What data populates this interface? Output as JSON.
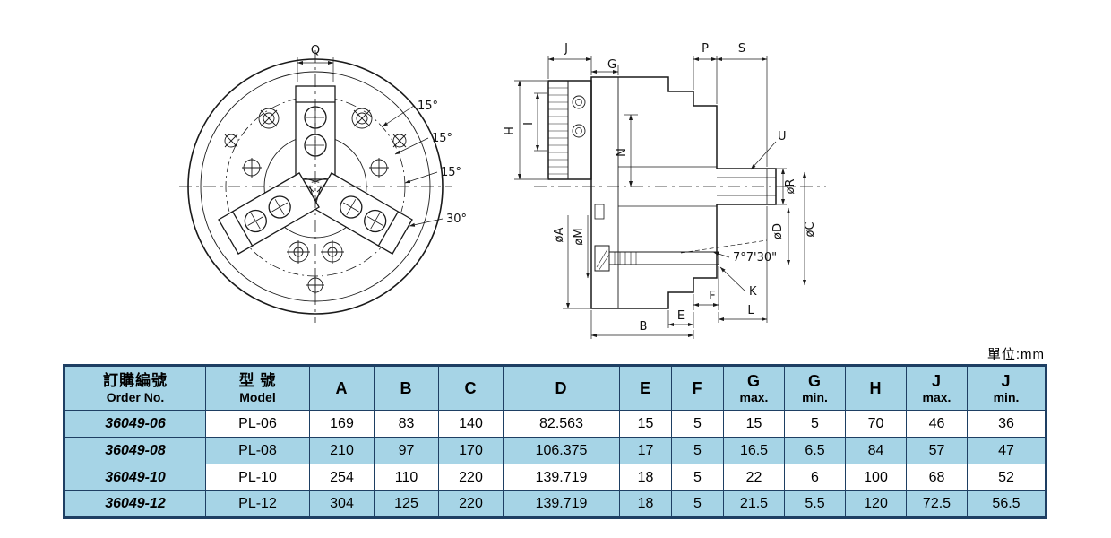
{
  "page": {
    "unit_label": "單位:mm"
  },
  "colors": {
    "table_fill": "#a6d4e6",
    "table_border": "#1e3f63",
    "line": "#1a1a1a"
  },
  "drawings": {
    "front": {
      "q": "Q",
      "angles": [
        "15°",
        "15°",
        "15°",
        "30°"
      ]
    },
    "side": {
      "j": "J",
      "g": "G",
      "p": "P",
      "s": "S",
      "h": "H",
      "i": "I",
      "n": "N",
      "u": "U",
      "a": "øA",
      "m": "øM",
      "r": "øR",
      "d": "øD",
      "c": "øC",
      "angle": "7°7'30\"",
      "e": "E",
      "f": "F",
      "k": "K",
      "l": "L",
      "b": "B"
    }
  },
  "table": {
    "headers": [
      {
        "l1": "訂購編號",
        "l2": "Order No."
      },
      {
        "l1": "型  號",
        "l2": "Model"
      },
      {
        "l1": "A",
        "l2": ""
      },
      {
        "l1": "B",
        "l2": ""
      },
      {
        "l1": "C",
        "l2": ""
      },
      {
        "l1": "D",
        "l2": ""
      },
      {
        "l1": "E",
        "l2": ""
      },
      {
        "l1": "F",
        "l2": ""
      },
      {
        "l1": "G",
        "l2": "max."
      },
      {
        "l1": "G",
        "l2": "min."
      },
      {
        "l1": "H",
        "l2": ""
      },
      {
        "l1": "J",
        "l2": "max."
      },
      {
        "l1": "J",
        "l2": "min."
      }
    ],
    "rows": [
      {
        "order": "36049-06",
        "model": "PL-06",
        "values": [
          "169",
          "83",
          "140",
          "82.563",
          "15",
          "5",
          "15",
          "5",
          "70",
          "46",
          "36"
        ]
      },
      {
        "order": "36049-08",
        "model": "PL-08",
        "values": [
          "210",
          "97",
          "170",
          "106.375",
          "17",
          "5",
          "16.5",
          "6.5",
          "84",
          "57",
          "47"
        ]
      },
      {
        "order": "36049-10",
        "model": "PL-10",
        "values": [
          "254",
          "110",
          "220",
          "139.719",
          "18",
          "5",
          "22",
          "6",
          "100",
          "68",
          "52"
        ]
      },
      {
        "order": "36049-12",
        "model": "PL-12",
        "values": [
          "304",
          "125",
          "220",
          "139.719",
          "18",
          "5",
          "21.5",
          "5.5",
          "120",
          "72.5",
          "56.5"
        ]
      }
    ]
  }
}
